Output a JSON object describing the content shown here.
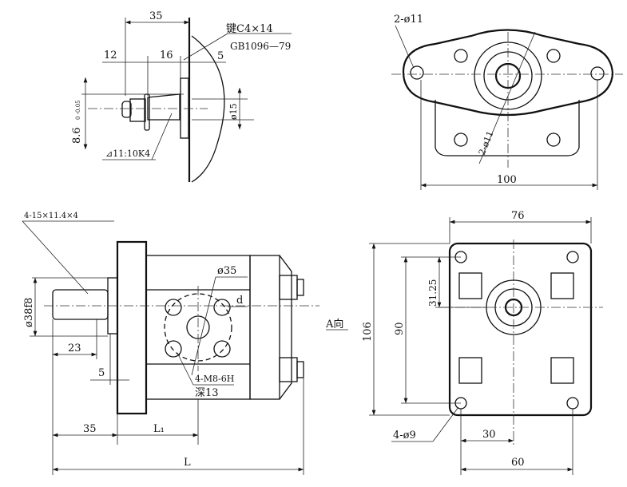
{
  "top_left_view": {
    "dim_35": "35",
    "dim_12": "12",
    "dim_16": "16",
    "dim_5": "5",
    "key_spec": "键C4×14",
    "key_standard": "GB1096—79",
    "dim_8_6": "8.6",
    "tolerance": "0 -0.05",
    "dim_d15": "ø15",
    "taper": "⊿11:10K4"
  },
  "top_right_view": {
    "holes": "2-ø11",
    "holes_2": "2-ø11",
    "dim_100": "100"
  },
  "bottom_left_view": {
    "spline": "4-15×11.4×4",
    "shaft_dia": "ø38f8",
    "dim_23": "23",
    "dim_5": "5",
    "port_dia": "ø35",
    "port_d": "d",
    "thread": "4-M8-6H",
    "depth": "深13",
    "dim_35": "35",
    "dim_L1": "L₁",
    "dim_L": "L"
  },
  "bottom_right_view": {
    "dim_76": "76",
    "dim_31_25": "31.25",
    "dim_90": "90",
    "dim_106": "106",
    "view_label": "A向",
    "holes": "4-ø9",
    "dim_30": "30",
    "dim_60": "60"
  }
}
